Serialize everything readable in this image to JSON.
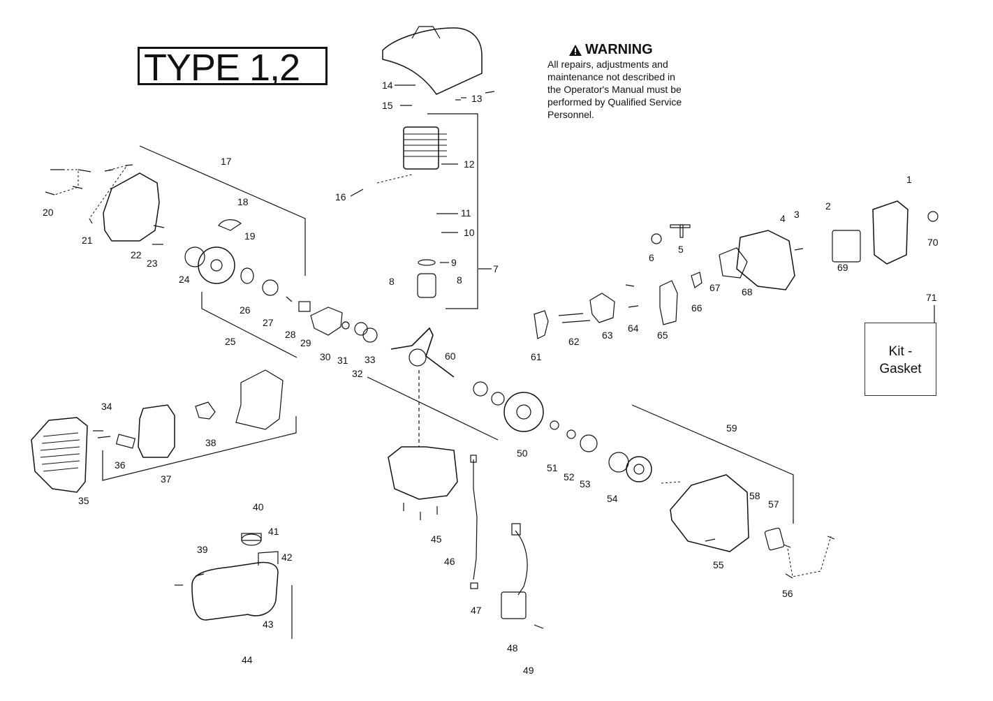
{
  "type_label": "TYPE 1,2",
  "warning": {
    "title": "WARNING",
    "lines": [
      "All repairs, adjustments and",
      "maintenance not described in",
      "the Operator's Manual must be",
      "performed by Qualified Service",
      "Personnel."
    ]
  },
  "kit": {
    "line1": "Kit -",
    "line2": "Gasket"
  },
  "callouts": [
    "1",
    "2",
    "3",
    "4",
    "5",
    "6",
    "7",
    "8",
    "8",
    "9",
    "10",
    "11",
    "12",
    "13",
    "14",
    "15",
    "16",
    "17",
    "18",
    "19",
    "20",
    "21",
    "22",
    "23",
    "24",
    "25",
    "26",
    "27",
    "28",
    "29",
    "30",
    "31",
    "32",
    "33",
    "34",
    "35",
    "36",
    "37",
    "38",
    "39",
    "40",
    "41",
    "42",
    "43",
    "44",
    "45",
    "46",
    "47",
    "48",
    "49",
    "50",
    "51",
    "52",
    "53",
    "54",
    "55",
    "56",
    "57",
    "58",
    "59",
    "60",
    "61",
    "62",
    "63",
    "64",
    "65",
    "66",
    "67",
    "68",
    "69",
    "70",
    "71"
  ]
}
